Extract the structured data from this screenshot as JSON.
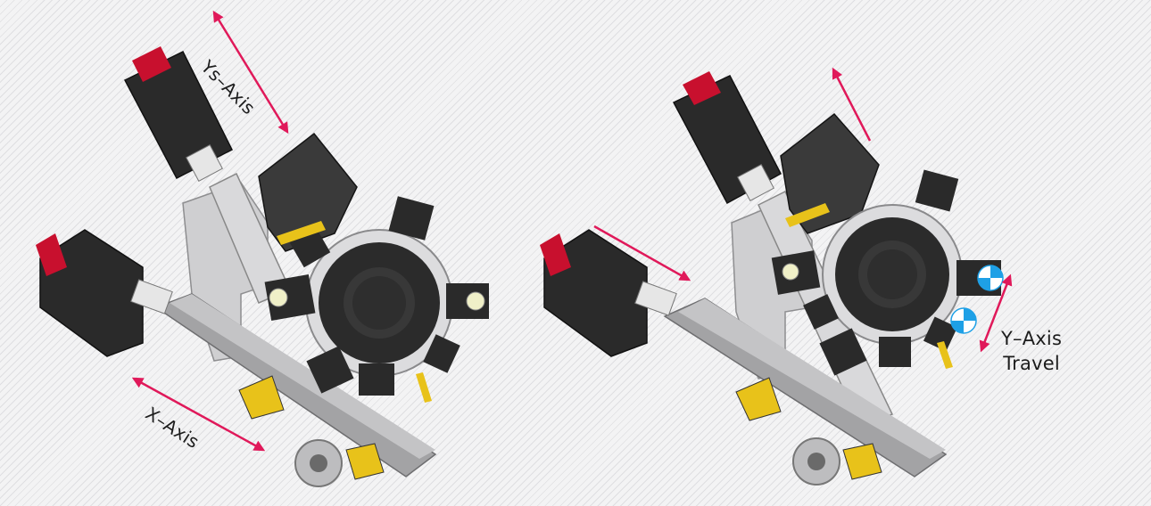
{
  "labels": {
    "ys_axis": "Ys–Axis",
    "x_axis": "X–Axis",
    "y_axis_line1": "Y–Axis",
    "y_axis_line2": "Travel"
  },
  "colors": {
    "arrow": "#e0195a",
    "motor_cap": "#c8102e",
    "body_dark": "#262626",
    "plate_gray": "#cfcfd1",
    "rail_gray": "#9a9a9c",
    "bracket_yellow": "#e8c21a",
    "tool_marker": "#1ea0e6"
  },
  "icons": [
    "tool-position-marker-icon"
  ]
}
